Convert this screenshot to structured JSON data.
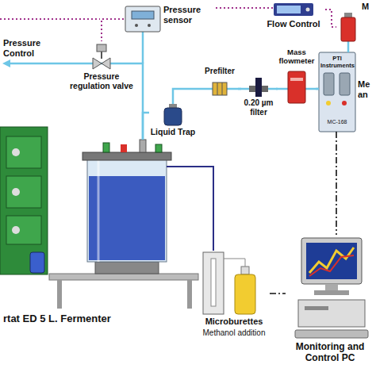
{
  "diagram": {
    "nodes": [
      {
        "text": [
          "Pressure sensor"
        ]
      },
      {
        "text": [
          "Pressure regulation valve"
        ]
      },
      {
        "text": [
          "Flow Control"
        ]
      },
      {
        "text": [
          "Mass flowmeter"
        ]
      },
      {
        "text": [
          "M"
        ]
      },
      {
        "text": [
          "Prefilter"
        ]
      },
      {
        "text": [
          "0.20 µm filter"
        ]
      },
      {
        "text": [
          "Liquid Trap"
        ]
      },
      {
        "text": [
          "PTI Instruments",
          "MC-168",
          "Me an"
        ]
      },
      {
        "text": [
          "rtat ED 5 L. Fermenter"
        ]
      },
      {
        "text": [
          "Microburettes",
          "Methanol addition"
        ]
      },
      {
        "text": [
          "Monitoring and Control PC"
        ]
      }
    ],
    "edges": [
      {
        "from": 9,
        "to": 1,
        "arrow": "none"
      },
      {
        "from": 9,
        "to": 7,
        "arrow": "none"
      },
      {
        "from": 0,
        "to": 1,
        "arrow": "none"
      },
      {
        "from": 7,
        "to": 5,
        "arrow": "none"
      },
      {
        "from": 5,
        "to": 6,
        "arrow": "none"
      },
      {
        "from": 6,
        "to": 3,
        "arrow": "none"
      },
      {
        "from": 3,
        "to": 8,
        "arrow": "none"
      },
      {
        "from": 2,
        "to": 4,
        "arrow": "none"
      },
      {
        "from": 4,
        "to": 8,
        "arrow": "none"
      },
      {
        "from": 9,
        "to": 10,
        "arrow": "none"
      },
      {
        "from": 8,
        "to": 11,
        "arrow": "none"
      },
      {
        "from": 10,
        "to": 11,
        "arrow": "none"
      }
    ],
    "labels": [
      "Pressure Control"
    ]
  }
}
